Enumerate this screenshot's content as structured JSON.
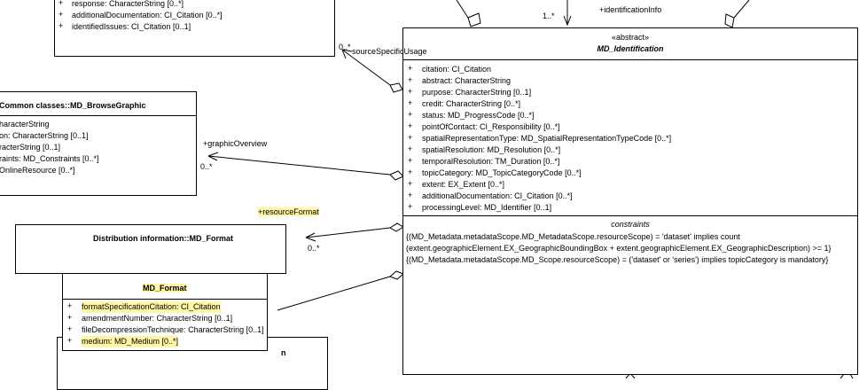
{
  "top_box": {
    "attributes": [
      "response: CharacterString [0..*]",
      "additionalDocumentation: CI_Citation [0..*]",
      "identifiedIssues: CI_Citation [0..1]"
    ]
  },
  "browse_graphic": {
    "title": "Common classes::MD_BrowseGraphic",
    "attributes": [
      "haracterString",
      "on: CharacterString [0..1]",
      "racterString [0..1]",
      "raints: MD_Constraints [0..*]",
      "OnlineResource [0..*]"
    ]
  },
  "dist_format": {
    "title": "Distribution information::MD_Format"
  },
  "md_format": {
    "title": "MD_Format",
    "attributes": [
      {
        "text": "formatSpecificationCitation: CI_Citation",
        "highlight": true
      },
      {
        "text": "amendmentNumber: CharacterString [0..1]",
        "highlight": false
      },
      {
        "text": "fileDecompressionTechnique: CharacterString [0..1]",
        "highlight": false
      },
      {
        "text": "medium: MD_Medium [0..*]",
        "highlight": true
      }
    ]
  },
  "cut_box": {
    "fragment": "n"
  },
  "md_identification": {
    "stereotype": "«abstract»",
    "title": "MD_Identification",
    "attributes": [
      "citation: CI_Citation",
      "abstract: CharacterString",
      "purpose: CharacterString [0..1]",
      "credit: CharacterString [0..*]",
      "status: MD_ProgressCode [0..*]",
      "pointOfContact: CI_Responsibility [0..*]",
      "spatialRepresentationType: MD_SpatialRepresentationTypeCode [0..*]",
      "spatialResolution: MD_Resolution [0..*]",
      "temporalResolution: TM_Duration [0..*]",
      "topicCategory: MD_TopicCategoryCode [0..*]",
      "extent: EX_Extent [0..*]",
      "additionalDocumentation: CI_Citation [0..*]",
      "processingLevel: MD_Identifier [0..1]"
    ],
    "constraints_title": "constraints",
    "constraints": [
      "{(MD_Metadata.metadataScope.MD_MetadataScope.resourceScope) = 'dataset' implies count",
      "(extent.geographicElement.EX_GeographicBoundingBox + extent.geographicElement.EX_GeographicDescription) >= 1}",
      "{(MD_Metadata.metadataScope.MD_Scope.resourceScope) = ('dataset' or 'series') implies topicCategory is mandatory}"
    ]
  },
  "edge_labels": {
    "source_mult": "0..*",
    "source_role": "sourceSpecificUsage",
    "ident_mult": "1..*",
    "ident_role": "+identificationInfo",
    "graphic_role": "+graphicOverview",
    "graphic_mult": "0..*",
    "format_role": "+resourceFormat",
    "format_mult": "0..*"
  },
  "attr_prefix": "+"
}
